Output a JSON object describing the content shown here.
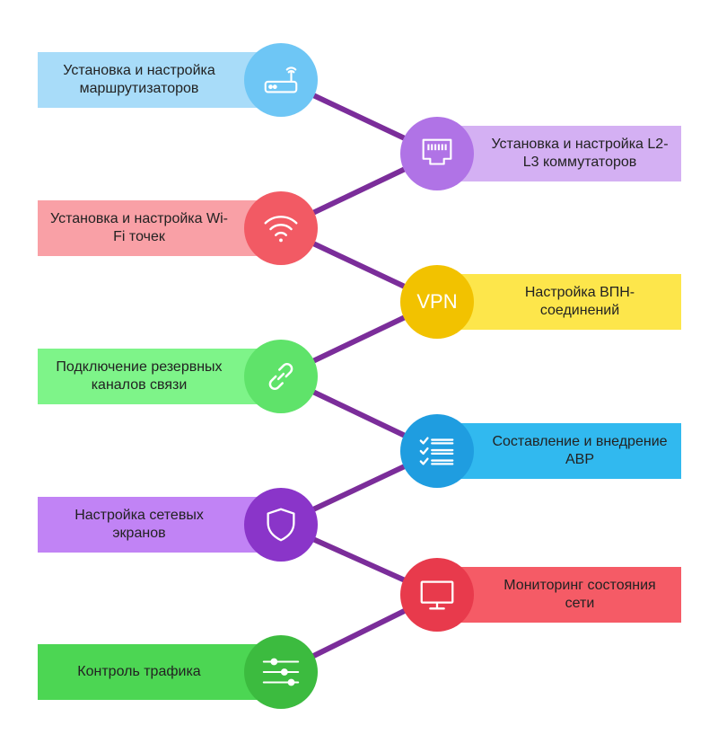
{
  "nodes": [
    {
      "label": "Установка и настройка маршрутизаторов",
      "icon": "router-icon",
      "color": "#6ec6f5",
      "box_color": "#a8dcf9"
    },
    {
      "label": "Установка и настройка L2-L3 коммутаторов",
      "icon": "ethernet-port-icon",
      "color": "#b073e6",
      "box_color": "#d4b0f3"
    },
    {
      "label": "Установка и настройка Wi-Fi точек",
      "icon": "wifi-icon",
      "color": "#f25a64",
      "box_color": "#f9a0a6"
    },
    {
      "label": "Настройка ВПН-соединений",
      "icon": "vpn-icon",
      "icon_text": "VPN",
      "color": "#f2c200",
      "box_color": "#fde64b"
    },
    {
      "label": "Подключение резервных каналов связи",
      "icon": "link-icon",
      "color": "#5fe36a",
      "box_color": "#7ef489"
    },
    {
      "label": "Составление и внедрение АВР",
      "icon": "checklist-icon",
      "color": "#1f9de0",
      "box_color": "#31b9ef"
    },
    {
      "label": "Настройка сетевых экранов",
      "icon": "shield-icon",
      "color": "#8a35c9",
      "box_color": "#c183f5"
    },
    {
      "label": "Мониторинг состояния сети",
      "icon": "monitor-icon",
      "color": "#e83a4c",
      "box_color": "#f55b66"
    },
    {
      "label": "Контроль трафика",
      "icon": "sliders-icon",
      "color": "#3cbb3f",
      "box_color": "#4cd653"
    }
  ],
  "colors": {
    "connector": "#7b2d9a"
  }
}
